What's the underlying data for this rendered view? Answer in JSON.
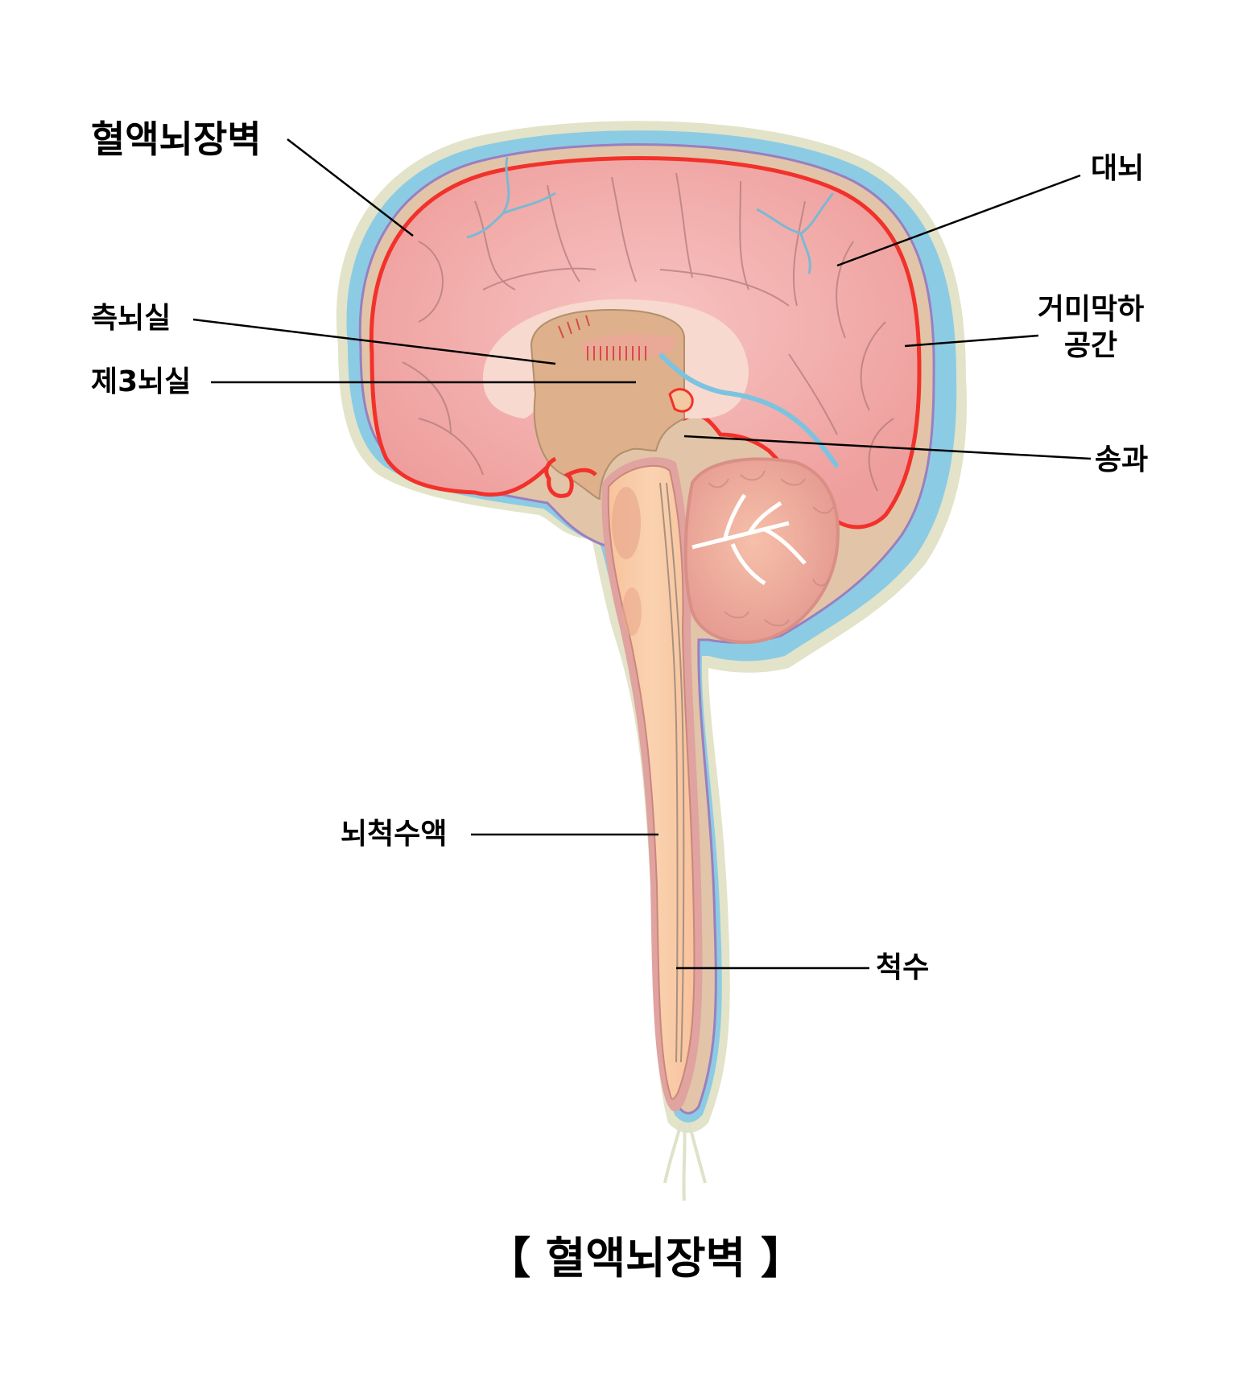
{
  "diagram": {
    "title": "【 혈액뇌장벽 】",
    "subject": "Sagittal section of brain and spinal cord showing the blood-brain barrier",
    "colors": {
      "background": "#ffffff",
      "cerebrum_fill": "#f2a9a8",
      "cerebrum_light": "#f7c4c2",
      "blood_brain_barrier": "#f2312b",
      "arachnoid_outline": "#9a7fc0",
      "csf_blue": "#7cc3e0",
      "dura_outer": "#e2e3c8",
      "meninges_tan": "#e0c3a8",
      "brainstem_fill": "#f7c7a0",
      "cerebellum_fill": "#efa898",
      "cerebellum_white": "#ffffff",
      "leader_line": "#000000"
    },
    "labels": [
      {
        "id": "bbb",
        "text": "혈액뇌장벽"
      },
      {
        "id": "cerebrum",
        "text": "대뇌"
      },
      {
        "id": "subarachnoid_line1",
        "text": "거미막하"
      },
      {
        "id": "subarachnoid_line2",
        "text": "공간"
      },
      {
        "id": "lateral_ventricle",
        "text": "측뇌실"
      },
      {
        "id": "third_ventricle",
        "text": "제3뇌실"
      },
      {
        "id": "pineal",
        "text": "송과"
      },
      {
        "id": "csf",
        "text": "뇌척수액"
      },
      {
        "id": "spinal_cord",
        "text": "척수"
      }
    ]
  }
}
